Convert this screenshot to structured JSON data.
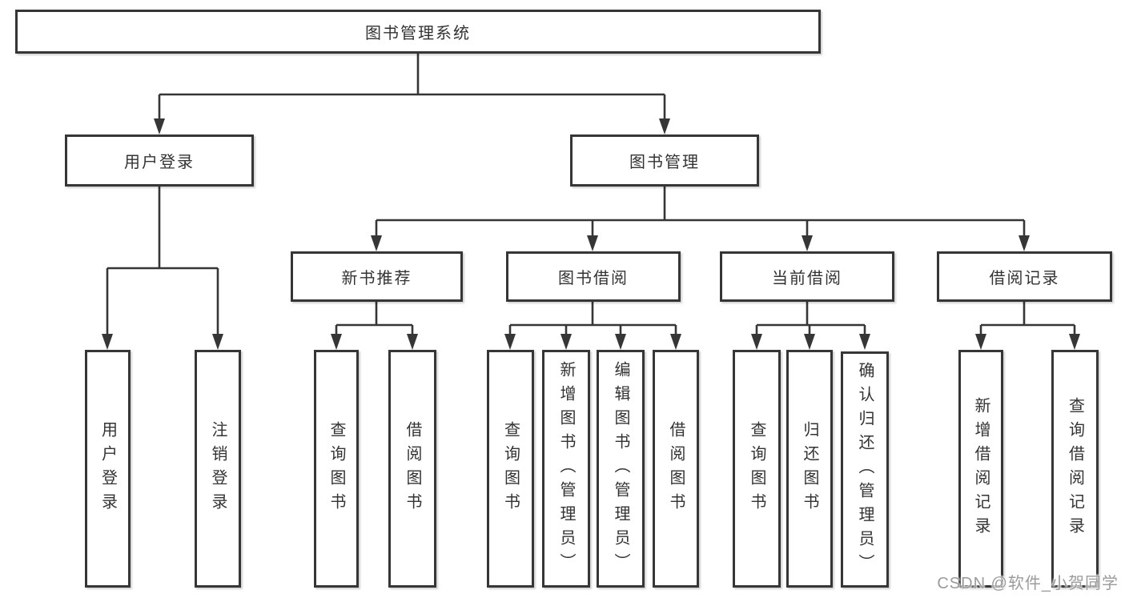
{
  "nodes": {
    "root": "图书管理系统",
    "user_login": "用户登录",
    "book_mgmt": "图书管理",
    "new_rec": "新书推荐",
    "book_borrow": "图书借阅",
    "cur_borrow": "当前借阅",
    "borrow_rec": "借阅记录",
    "ul_login": "用户登录",
    "ul_logout": "注销登录",
    "nr_query": "查询图书",
    "nr_borrow": "借阅图书",
    "bb_query": "查询图书",
    "bb_add": "新增图书（管理员）",
    "bb_edit": "编辑图书（管理员）",
    "bb_borrow": "借阅图书",
    "cb_query": "查询图书",
    "cb_return": "归还图书",
    "cb_confirm": "确认归还（管理员）",
    "br_add": "新增借阅记录",
    "br_query": "查询借阅记录"
  },
  "hierarchy": [
    {
      "parent": "图书管理系统",
      "children": [
        "用户登录",
        "图书管理"
      ]
    },
    {
      "parent": "用户登录",
      "children": [
        "用户登录",
        "注销登录"
      ]
    },
    {
      "parent": "图书管理",
      "children": [
        "新书推荐",
        "图书借阅",
        "当前借阅",
        "借阅记录"
      ]
    },
    {
      "parent": "新书推荐",
      "children": [
        "查询图书",
        "借阅图书"
      ]
    },
    {
      "parent": "图书借阅",
      "children": [
        "查询图书",
        "新增图书（管理员）",
        "编辑图书（管理员）",
        "借阅图书"
      ]
    },
    {
      "parent": "当前借阅",
      "children": [
        "查询图书",
        "归还图书",
        "确认归还（管理员）"
      ]
    },
    {
      "parent": "借阅记录",
      "children": [
        "新增借阅记录",
        "查询借阅记录"
      ]
    }
  ],
  "watermark": "CSDN @软件_小贺同学",
  "colors": {
    "line": "#363636",
    "text": "#333333",
    "background": "#ffffff",
    "watermark": "#9b9b9b"
  }
}
